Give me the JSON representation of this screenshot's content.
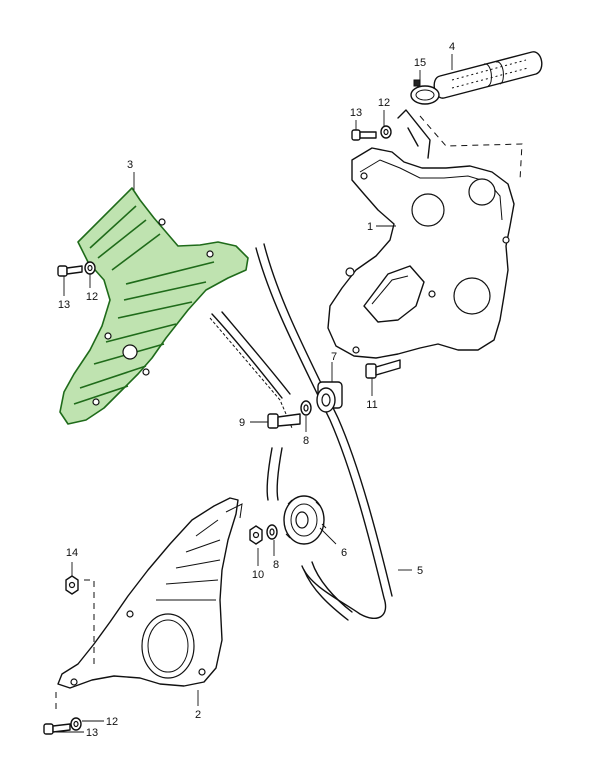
{
  "diagram": {
    "callouts": {
      "c1": "1",
      "c2": "2",
      "c3": "3",
      "c4": "4",
      "c5": "5",
      "c6": "6",
      "c7": "7",
      "c8a": "8",
      "c8b": "8",
      "c9": "9",
      "c10": "10",
      "c11": "11",
      "c12a": "12",
      "c12b": "12",
      "c12c": "12",
      "c13a": "13",
      "c13b": "13",
      "c13c": "13",
      "c14": "14",
      "c15": "15"
    },
    "colors": {
      "highlight_fill": "#bfe3b0",
      "highlight_stroke": "#1f6b1a"
    }
  }
}
